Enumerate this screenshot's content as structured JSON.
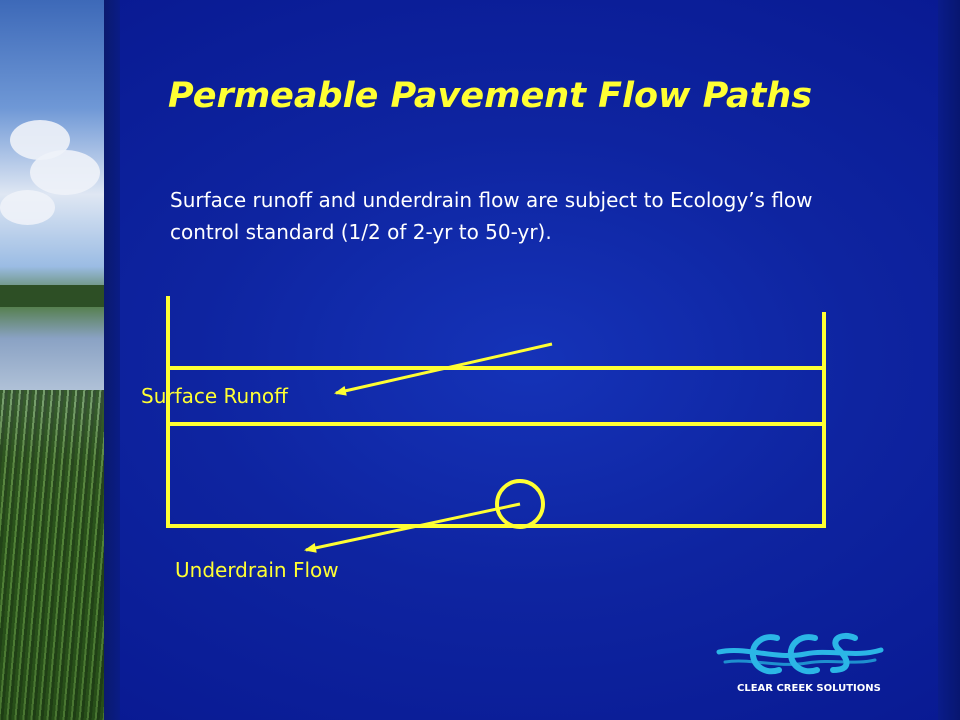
{
  "slide": {
    "title": "Permeable Pavement Flow Paths",
    "subtitle": "Surface runoff and underdrain flow are subject to Ecology’s flow control standard (1/2 of 2-yr to 50-yr)."
  },
  "diagram": {
    "labels": {
      "surface_runoff": "Surface Runoff",
      "underdrain_flow": "Underdrain Flow"
    }
  },
  "logo": {
    "letters": "CCS",
    "text": "CLEAR CREEK SOLUTIONS"
  },
  "colors": {
    "background": "#0e24a0",
    "accent": "#ffff33",
    "text": "#ffffff",
    "logo": "#2bb6e6"
  }
}
